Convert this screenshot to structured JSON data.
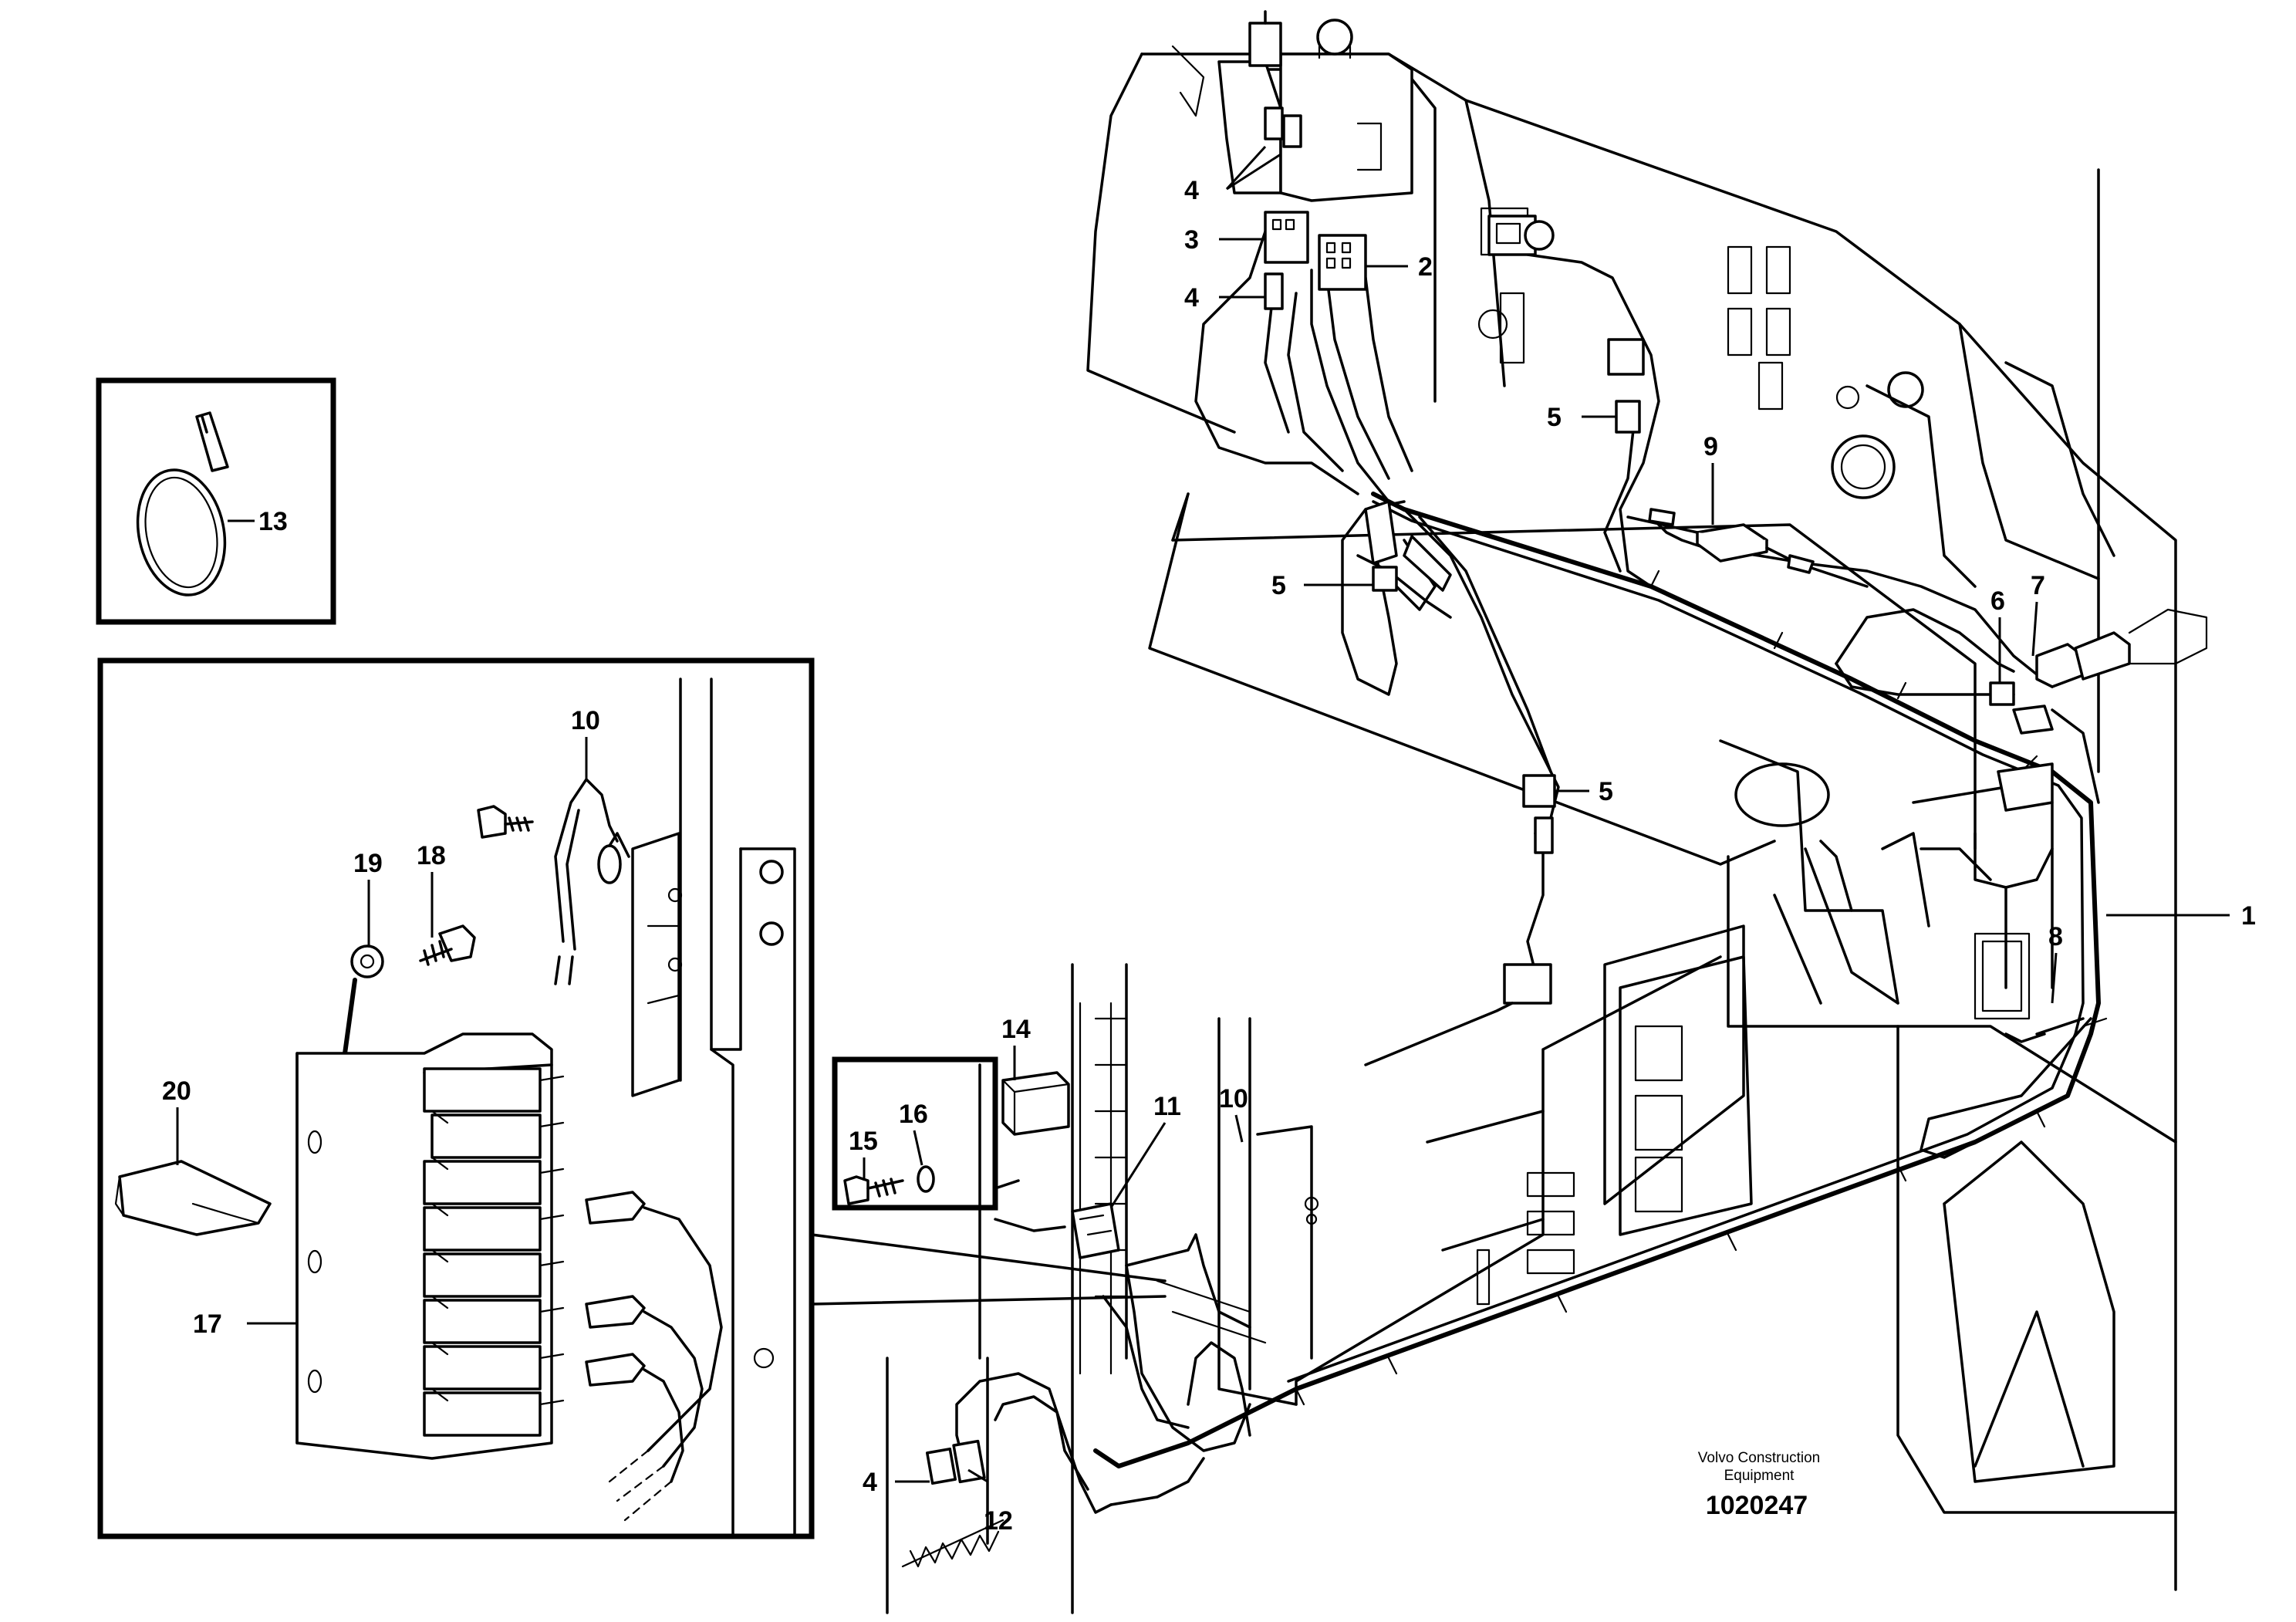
{
  "callouts": {
    "c1": "1",
    "c2": "2",
    "c3": "3",
    "c4a": "4",
    "c4b": "4",
    "c4c": "4",
    "c5a": "5",
    "c5b": "5",
    "c5c": "5",
    "c6": "6",
    "c7": "7",
    "c8": "8",
    "c9": "9",
    "c10a": "10",
    "c10b": "10",
    "c11": "11",
    "c12": "12",
    "c13": "13",
    "c14": "14",
    "c15": "15",
    "c16": "16",
    "c17": "17",
    "c18": "18",
    "c19": "19",
    "c20": "20"
  },
  "footer": {
    "company_line1": "Volvo Construction",
    "company_line2": "Equipment",
    "drawing_number": "1020247"
  }
}
